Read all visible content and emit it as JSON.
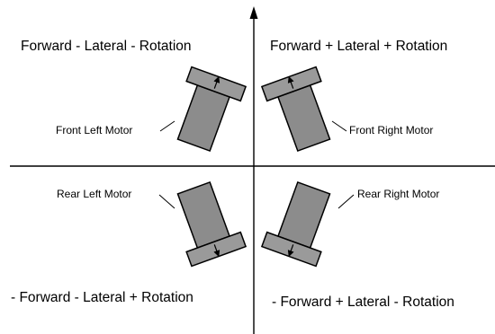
{
  "quadrants": {
    "front_left": {
      "formula": "Forward - Lateral - Rotation",
      "motor_label": "Front Left Motor"
    },
    "front_right": {
      "formula": "Forward + Lateral + Rotation",
      "motor_label": "Front Right Motor"
    },
    "rear_left": {
      "formula": "- Forward - Lateral + Rotation",
      "motor_label": "Rear Left Motor"
    },
    "rear_right": {
      "formula": "- Forward + Lateral - Rotation",
      "motor_label": "Rear Right Motor"
    }
  },
  "colors": {
    "motor_body": "#8c8c8c",
    "wheel": "#9a9a9a",
    "lines": "#000000",
    "background": "#ffffff"
  },
  "icons": {
    "axis_arrow": "up-arrow-icon",
    "direction_arrow": "direction-arrow-icon"
  }
}
